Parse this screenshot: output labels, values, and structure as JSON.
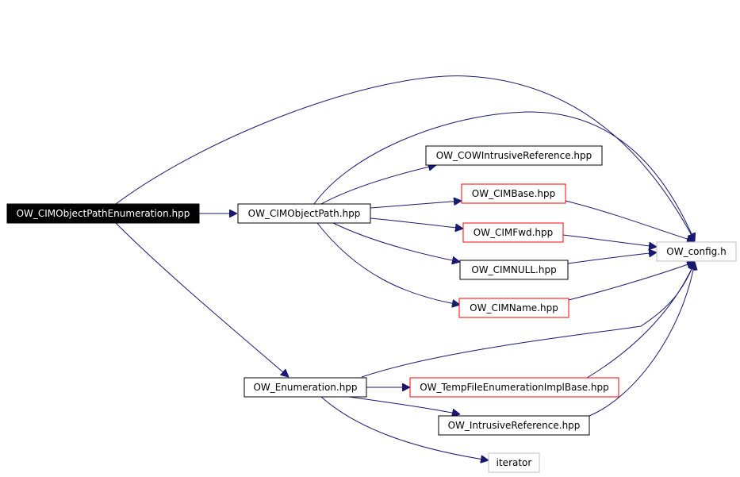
{
  "colors": {
    "edge": "#191970",
    "arrow": "#191970",
    "root_fill": "#000000",
    "root_text": "#ffffff",
    "node_fill": "#ffffff",
    "node_text": "#000000",
    "border_documented": "#000000",
    "border_truncated": "#ff0000",
    "border_external": "#bfbfbf"
  },
  "nodes": {
    "root": {
      "label": "OW_CIMObjectPathEnumeration.hpp",
      "style": "root"
    },
    "cimobjectpath": {
      "label": "OW_CIMObjectPath.hpp",
      "style": "documented"
    },
    "cowintrusive": {
      "label": "OW_COWIntrusiveReference.hpp",
      "style": "documented"
    },
    "cimbase": {
      "label": "OW_CIMBase.hpp",
      "style": "truncated"
    },
    "cimfwd": {
      "label": "OW_CIMFwd.hpp",
      "style": "truncated"
    },
    "cimnull": {
      "label": "OW_CIMNULL.hpp",
      "style": "documented"
    },
    "cimname": {
      "label": "OW_CIMName.hpp",
      "style": "truncated"
    },
    "config": {
      "label": "OW_config.h",
      "style": "external"
    },
    "enumeration": {
      "label": "OW_Enumeration.hpp",
      "style": "documented"
    },
    "tempfile": {
      "label": "OW_TempFileEnumerationImplBase.hpp",
      "style": "truncated"
    },
    "intrusive": {
      "label": "OW_IntrusiveReference.hpp",
      "style": "documented"
    },
    "iterator": {
      "label": "iterator",
      "style": "external"
    }
  },
  "edges": [
    [
      "root",
      "cimobjectpath"
    ],
    [
      "root",
      "config"
    ],
    [
      "root",
      "enumeration"
    ],
    [
      "cimobjectpath",
      "config"
    ],
    [
      "cimobjectpath",
      "cowintrusive"
    ],
    [
      "cimobjectpath",
      "cimbase"
    ],
    [
      "cimobjectpath",
      "cimfwd"
    ],
    [
      "cimobjectpath",
      "cimnull"
    ],
    [
      "cimobjectpath",
      "cimname"
    ],
    [
      "cimbase",
      "config"
    ],
    [
      "cimfwd",
      "config"
    ],
    [
      "cimnull",
      "config"
    ],
    [
      "cimname",
      "config"
    ],
    [
      "enumeration",
      "config"
    ],
    [
      "enumeration",
      "tempfile"
    ],
    [
      "enumeration",
      "intrusive"
    ],
    [
      "enumeration",
      "iterator"
    ],
    [
      "tempfile",
      "config"
    ],
    [
      "intrusive",
      "config"
    ]
  ]
}
